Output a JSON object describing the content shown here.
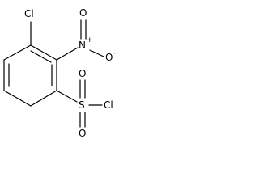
{
  "molecule": {
    "atoms": {
      "chlorine_ring": "Cl",
      "nitro_nitrogen": "N",
      "nitro_oxygen_top": "O",
      "nitro_oxygen_right": "O",
      "nitro_charge_plus": "+",
      "nitro_charge_minus": "-",
      "sulfur": "S",
      "sulfonyl_oxygen_top": "O",
      "sulfonyl_oxygen_bottom": "O",
      "sulfonyl_chlorine": "Cl"
    }
  }
}
